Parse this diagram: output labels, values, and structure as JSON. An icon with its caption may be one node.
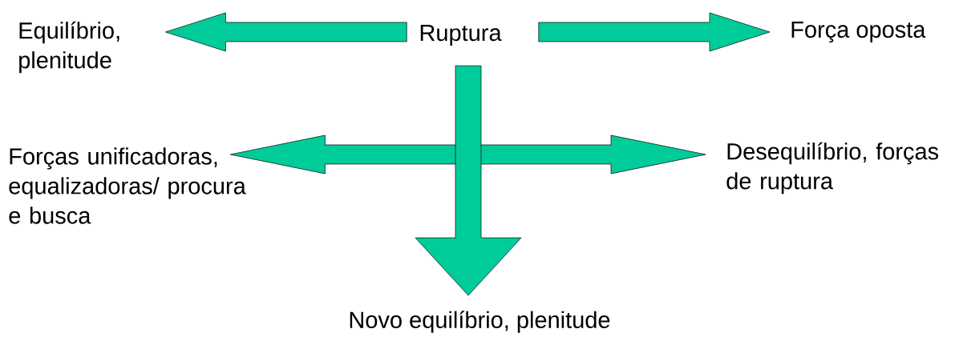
{
  "diagram": {
    "nodes": [
      {
        "text": [
          "Equilíbrio, plenitude"
        ]
      },
      {
        "text": [
          "Ruptura"
        ]
      },
      {
        "text": [
          "Força oposta"
        ]
      },
      {
        "text": [
          "Forças unificadoras, equalizadoras/ procura e busca"
        ]
      },
      {
        "text": [
          "Desequilíbrio, forças de ruptura"
        ]
      },
      {
        "text": [
          "Novo equilíbrio, plenitude"
        ]
      }
    ],
    "edges": [
      {
        "from": 1,
        "to": 0,
        "arrow": "to"
      },
      {
        "from": 1,
        "to": 2,
        "arrow": "to"
      },
      {
        "from": 3,
        "to": 4,
        "arrow": "both"
      },
      {
        "from": 1,
        "to": 5,
        "arrow": "to"
      }
    ]
  }
}
